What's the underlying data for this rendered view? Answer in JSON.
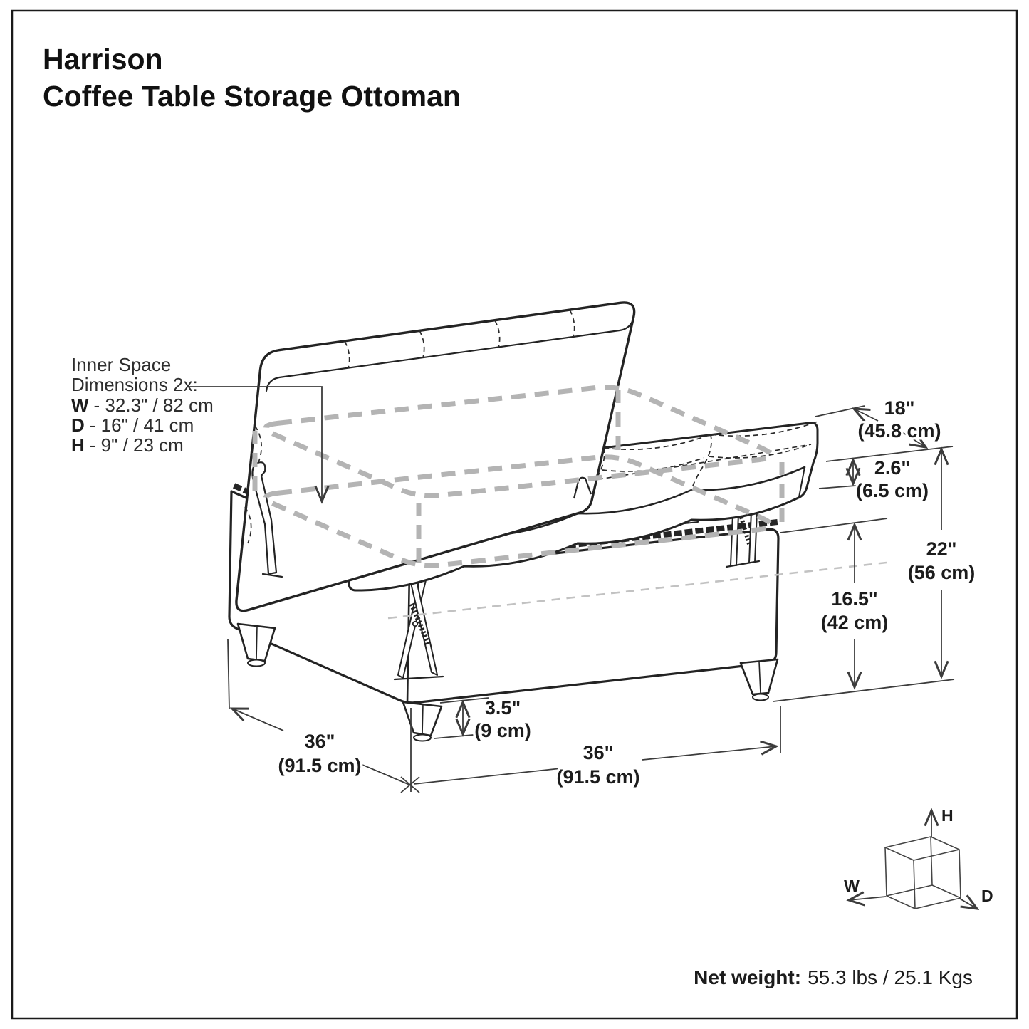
{
  "title": {
    "line1": "Harrison",
    "line2": "Coffee Table Storage Ottoman"
  },
  "inner_space": {
    "heading1": "Inner Space",
    "heading2": "Dimensions 2x:",
    "dims": [
      {
        "label": "W",
        "value": "- 32.3\" / 82 cm"
      },
      {
        "label": "D",
        "value": "- 16\" / 41 cm"
      },
      {
        "label": "H",
        "value": "- 9\" / 23 cm"
      }
    ]
  },
  "dimensions": {
    "lid_depth": {
      "in": "18\"",
      "cm": "(45.8 cm)"
    },
    "lid_thickness": {
      "in": "2.6\"",
      "cm": "(6.5 cm)"
    },
    "total_height": {
      "in": "22\"",
      "cm": "(56 cm)"
    },
    "base_height": {
      "in": "16.5\"",
      "cm": "(42 cm)"
    },
    "leg_height": {
      "in": "3.5\"",
      "cm": "(9 cm)"
    },
    "depth": {
      "in": "36\"",
      "cm": "(91.5 cm)"
    },
    "width": {
      "in": "36\"",
      "cm": "(91.5 cm)"
    }
  },
  "axis_cube": {
    "h": "H",
    "w": "W",
    "d": "D"
  },
  "net_weight": {
    "label": "Net weight:",
    "value": "55.3 lbs / 25.1 Kgs"
  },
  "colors": {
    "line": "#232323",
    "dim_line": "#3c3c3c",
    "ghost_dash": "#b4b4b4",
    "background": "#ffffff"
  }
}
